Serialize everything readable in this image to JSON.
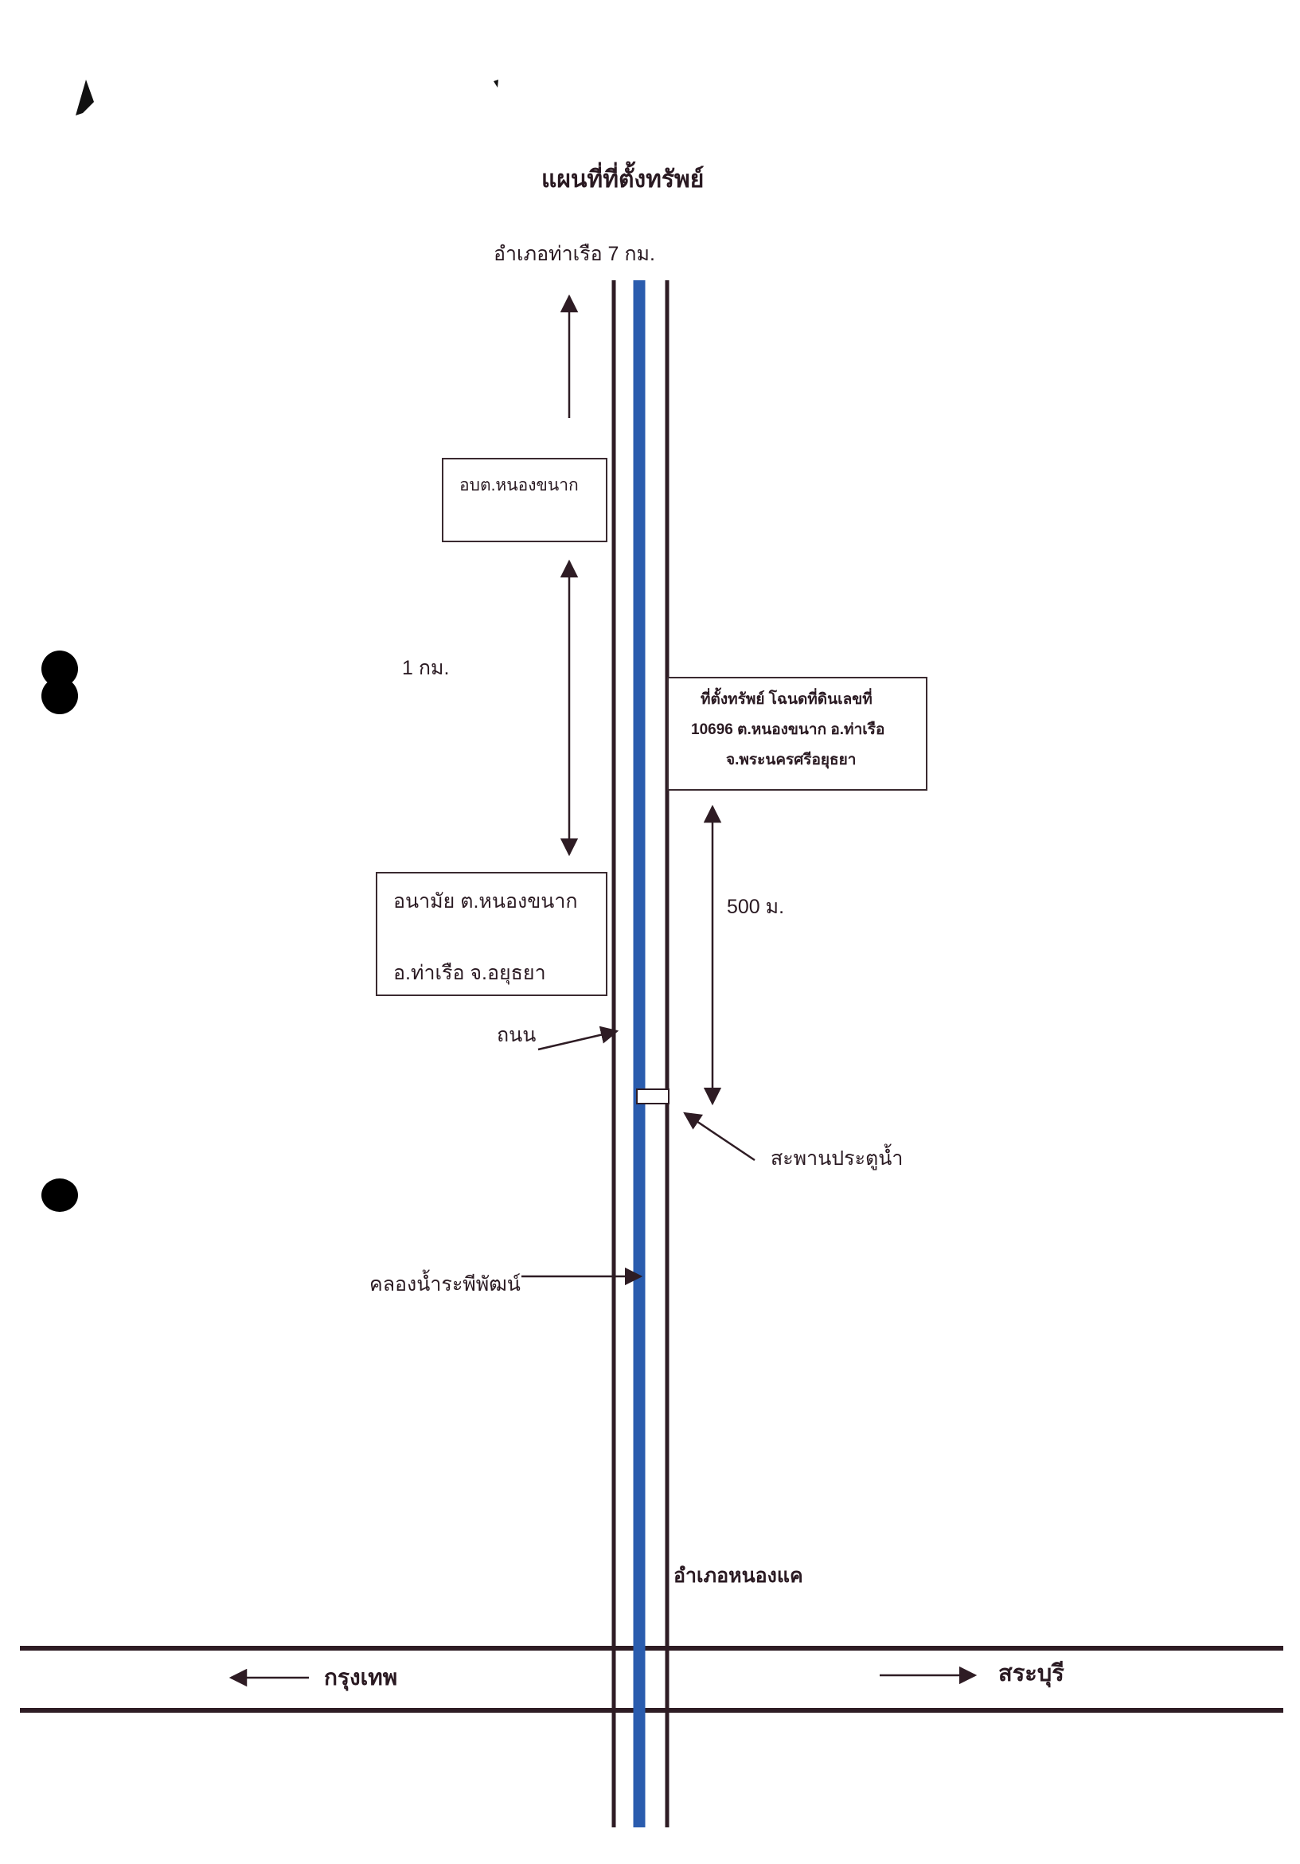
{
  "map": {
    "title": "แผนที่ที่ตั้งทรัพย์",
    "north_label": "อำเภอท่าเรือ 7 กม.",
    "obt_box": "อบต.หนองขนาก",
    "distance_1km": "1 กม.",
    "property_box": {
      "line1": "ที่ตั้งทรัพย์ โฉนดที่ดินเลขที่",
      "line2": "10696 ต.หนองขนาก อ.ท่าเรือ",
      "line3": "จ.พระนครศรีอยุธยา"
    },
    "distance_500m": "500 ม.",
    "health_box": {
      "line1": "อนามัย ต.หนองขนาก",
      "line2": "อ.ท่าเรือ จ.อยุธยา"
    },
    "road_label": "ถนน",
    "water_gate_label": "สะพานประตูน้ำ",
    "canal_label": "คลองน้ำระพีพัฒน์",
    "district_label": "อำเภอหนองแค",
    "west_label": "กรุงเทพ",
    "east_label": "สระบุรี",
    "colors": {
      "road": "#2e1c24",
      "canal": "#2a5cae"
    }
  }
}
